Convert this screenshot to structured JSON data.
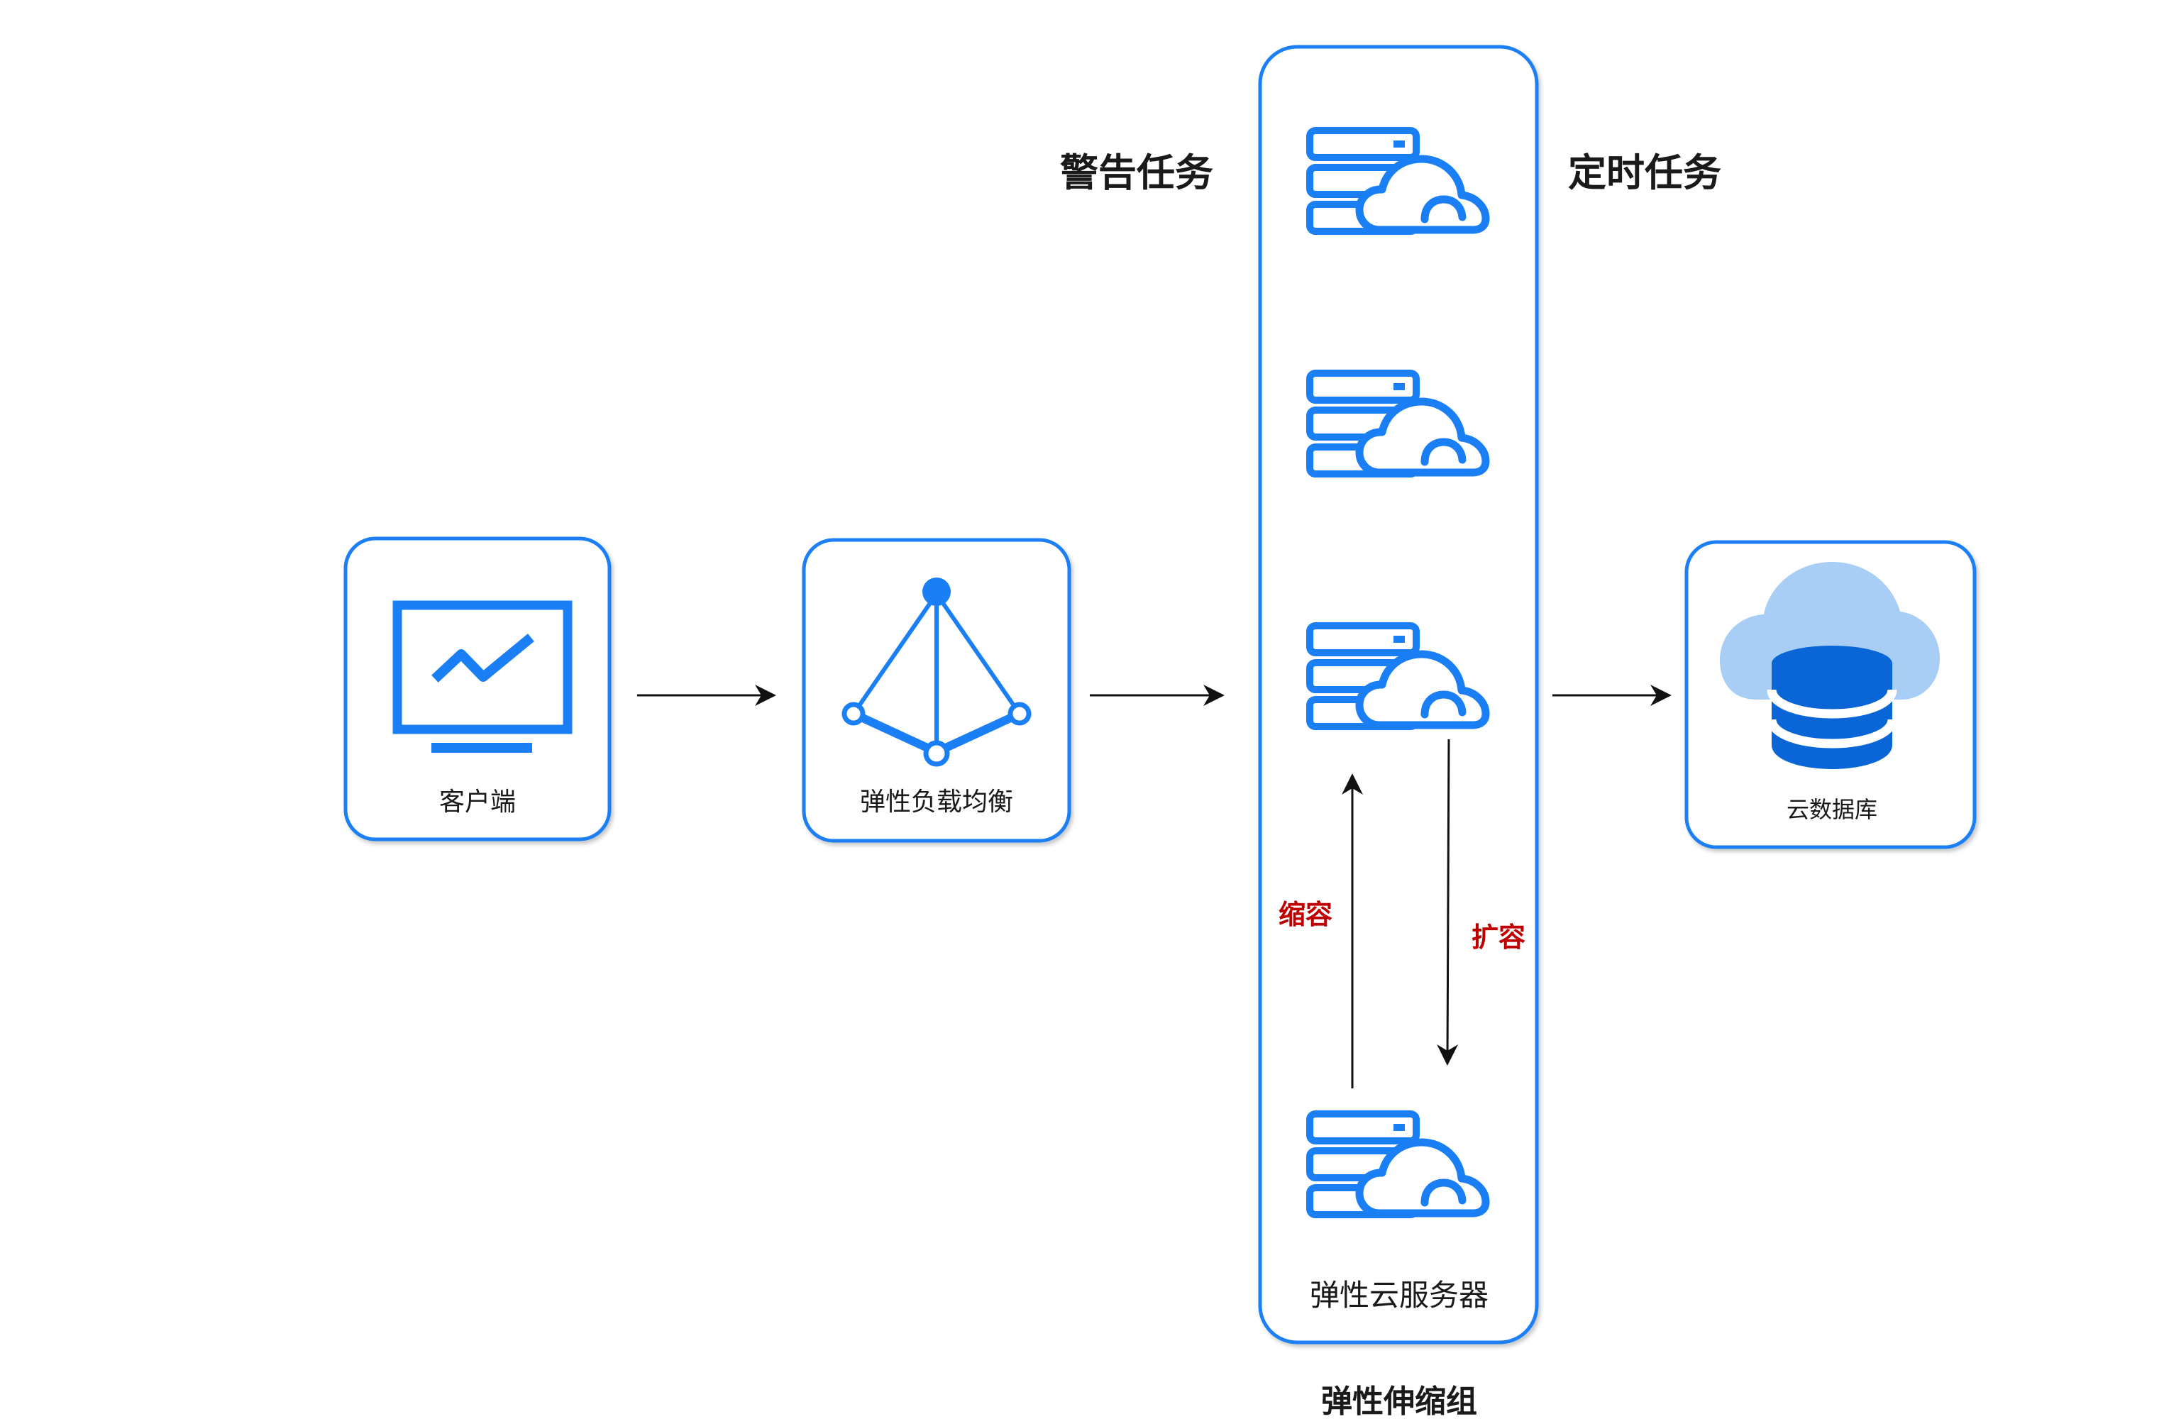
{
  "labels": {
    "client": "客户端",
    "slb": "弹性负载均衡",
    "ecs": "弹性云服务器",
    "rds": "云数据库",
    "group": "弹性伸缩组",
    "alarm_task": "警告任务",
    "scheduled_task": "定时任务",
    "scale_in": "缩容",
    "scale_out": "扩容"
  },
  "colors": {
    "accent": "#1a7ff5",
    "cloud_light": "#a9cef5",
    "db_dark": "#0a66d6",
    "scale_label": "#c00000",
    "arrow": "#111111"
  }
}
